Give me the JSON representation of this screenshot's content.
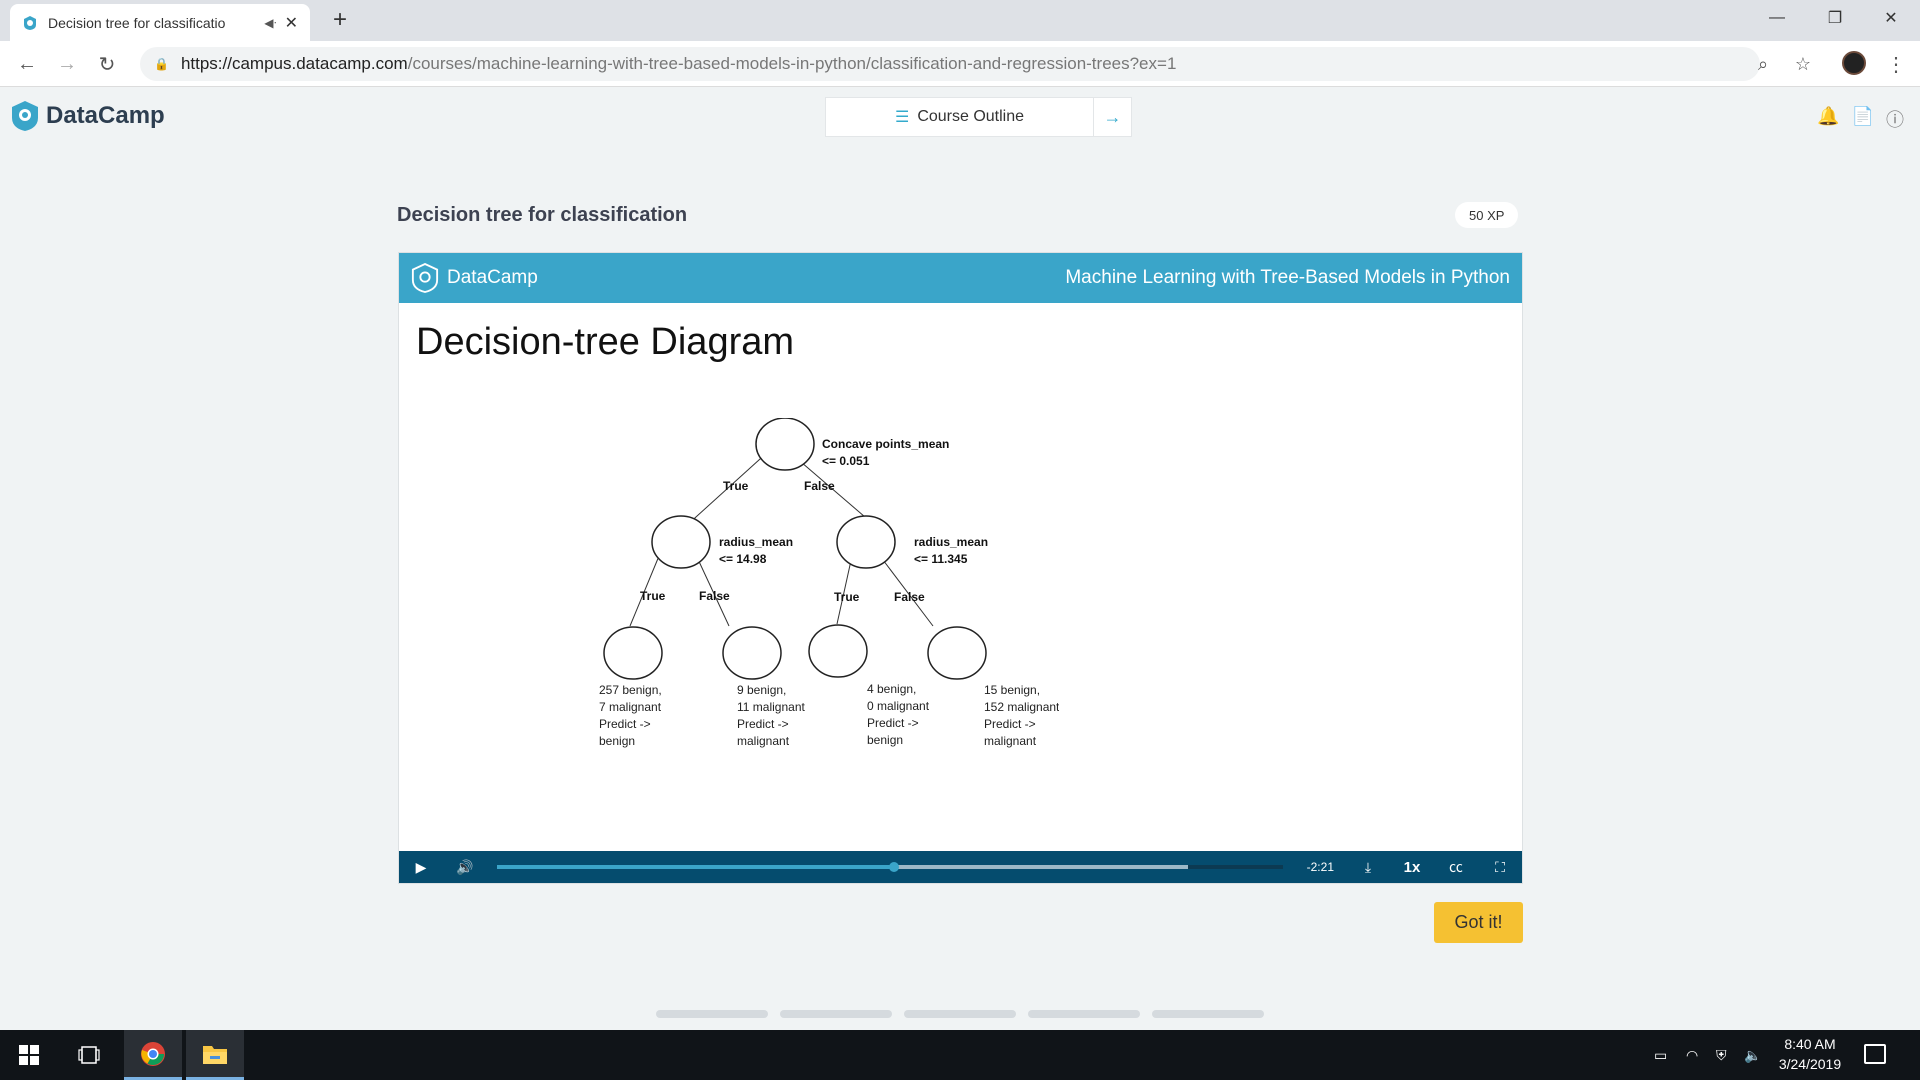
{
  "browser": {
    "tab_title": "Decision tree for classificatio",
    "tab_audio_icon": "speaker-icon",
    "url_host": "https://campus.datacamp.com",
    "url_path": "/courses/machine-learning-with-tree-based-models-in-python/classification-and-regression-trees?ex=1"
  },
  "header": {
    "logo": "DataCamp",
    "course_outline": "Course Outline"
  },
  "lesson": {
    "title": "Decision tree for classification",
    "xp": "50 XP"
  },
  "video": {
    "brand": "DataCamp",
    "course": "Machine Learning with Tree-Based Models in Python",
    "slide_title": "Decision-tree Diagram",
    "time_remaining": "-2:21",
    "speed": "1x",
    "played_fraction": 0.505,
    "buffered_fraction": 0.88
  },
  "tree": {
    "root": {
      "line1": "Concave points_mean",
      "line2": "<= 0.051"
    },
    "left": {
      "line1": "radius_mean",
      "line2": "<= 14.98"
    },
    "right": {
      "line1": "radius_mean",
      "line2": "<= 11.345"
    },
    "edge_true": "True",
    "edge_false": "False",
    "leaves": [
      {
        "l1": "257 benign,",
        "l2": "7 malignant",
        "l3": "Predict ->",
        "l4": " benign"
      },
      {
        "l1": "9 benign,",
        "l2": "11 malignant",
        "l3": "Predict ->",
        "l4": "malignant"
      },
      {
        "l1": "4 benign,",
        "l2": "0 malignant",
        "l3": "Predict ->",
        "l4": "benign"
      },
      {
        "l1": "15 benign,",
        "l2": "152 malignant",
        "l3": "Predict ->",
        "l4": " malignant"
      }
    ]
  },
  "buttons": {
    "got_it": "Got it!"
  },
  "taskbar": {
    "time": "8:40 AM",
    "date": "3/24/2019"
  },
  "colors": {
    "accent": "#3aa5c9",
    "controls_bg": "#054c6e",
    "got_it": "#f5c132"
  }
}
